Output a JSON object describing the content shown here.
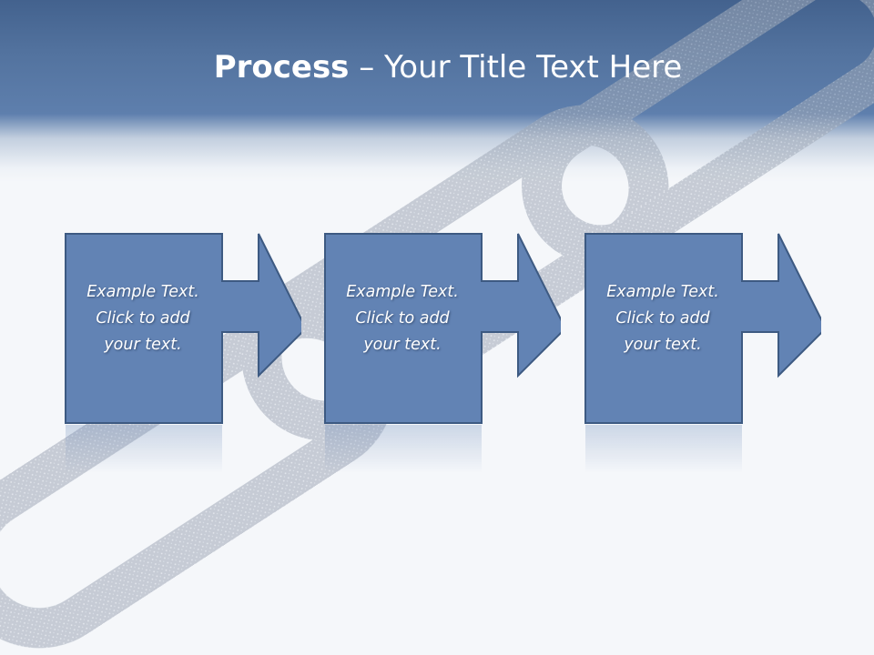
{
  "slide": {
    "title_bold": "Process",
    "title_rest": " – Your Title Text Here"
  },
  "colors": {
    "header": "#53739f",
    "box_fill": "#6283b4",
    "box_stroke": "#3d5a82",
    "background": "#f5f7fa"
  },
  "background_image": "chain-icon",
  "steps": [
    {
      "text": "Example Text.\nClick  to add\nyour text."
    },
    {
      "text": "Example Text.\nClick  to add\nyour text."
    },
    {
      "text": "Example Text.\nClick  to add\nyour text."
    }
  ]
}
